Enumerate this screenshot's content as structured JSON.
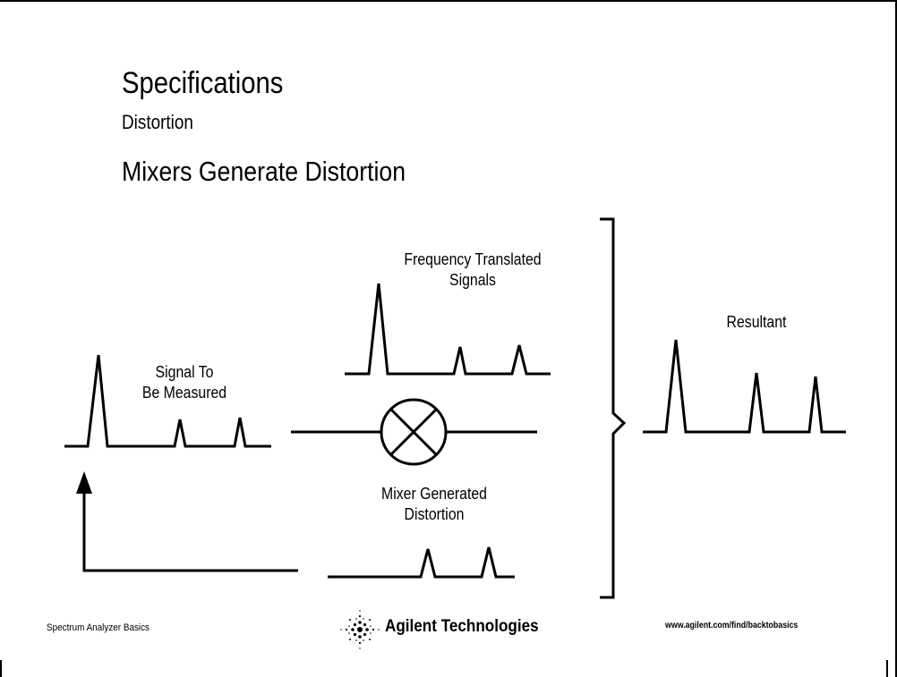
{
  "slide": {
    "title": "Specifications",
    "subtitle": "Distortion",
    "heading": "Mixers Generate Distortion"
  },
  "diagram": {
    "labels": {
      "signal_line1": "Signal To",
      "signal_line2": "Be Measured",
      "translated_line1": "Frequency Translated",
      "translated_line2": "Signals",
      "mixer_dist_line1": "Mixer Generated",
      "mixer_dist_line2": "Distortion",
      "resultant": "Resultant"
    }
  },
  "footer": {
    "left_text": "Spectrum Analyzer Basics",
    "company": "Agilent Technologies",
    "url": "www.agilent.com/find/backtobasics"
  },
  "icons": {
    "logo": "agilent-spark-logo-icon",
    "mixer": "mixer-x-circle-icon"
  }
}
